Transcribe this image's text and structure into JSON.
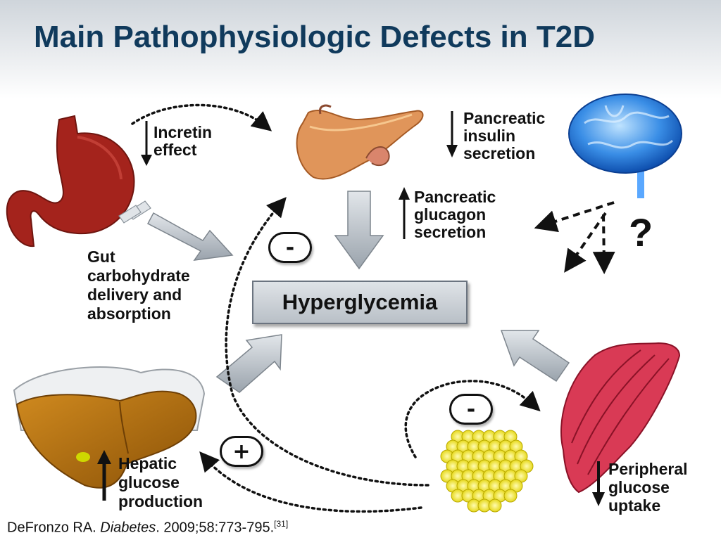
{
  "title": "Main Pathophysiologic Defects in T2D",
  "center_label": "Hyperglycemia",
  "labels": {
    "incretin": [
      "Incretin",
      "effect"
    ],
    "insulin": [
      "Pancreatic",
      "insulin",
      "secretion"
    ],
    "glucagon": [
      "Pancreatic",
      "glucagon",
      "secretion"
    ],
    "gut": [
      "Gut",
      "carbohydrate",
      "delivery and",
      "absorption"
    ],
    "hepatic": [
      "Hepatic",
      "glucose",
      "production"
    ],
    "peripheral": [
      "Peripheral",
      "glucose",
      "uptake"
    ]
  },
  "badges": {
    "minus_top": "-",
    "minus_bottom": "-",
    "plus": "+"
  },
  "question_mark": "?",
  "citation": {
    "author": "DeFronzo RA.",
    "journal": "Diabetes",
    "details": ". 2009;58:773-795.",
    "ref": "[31]"
  },
  "colors": {
    "title": "#103a5c",
    "stomach": "#a4231c",
    "pancreas": "#e0955a",
    "brain": "#3a8ee6",
    "liver": "#b8720f",
    "fat": "#f5ee3c",
    "muscle": "#d93a55"
  }
}
